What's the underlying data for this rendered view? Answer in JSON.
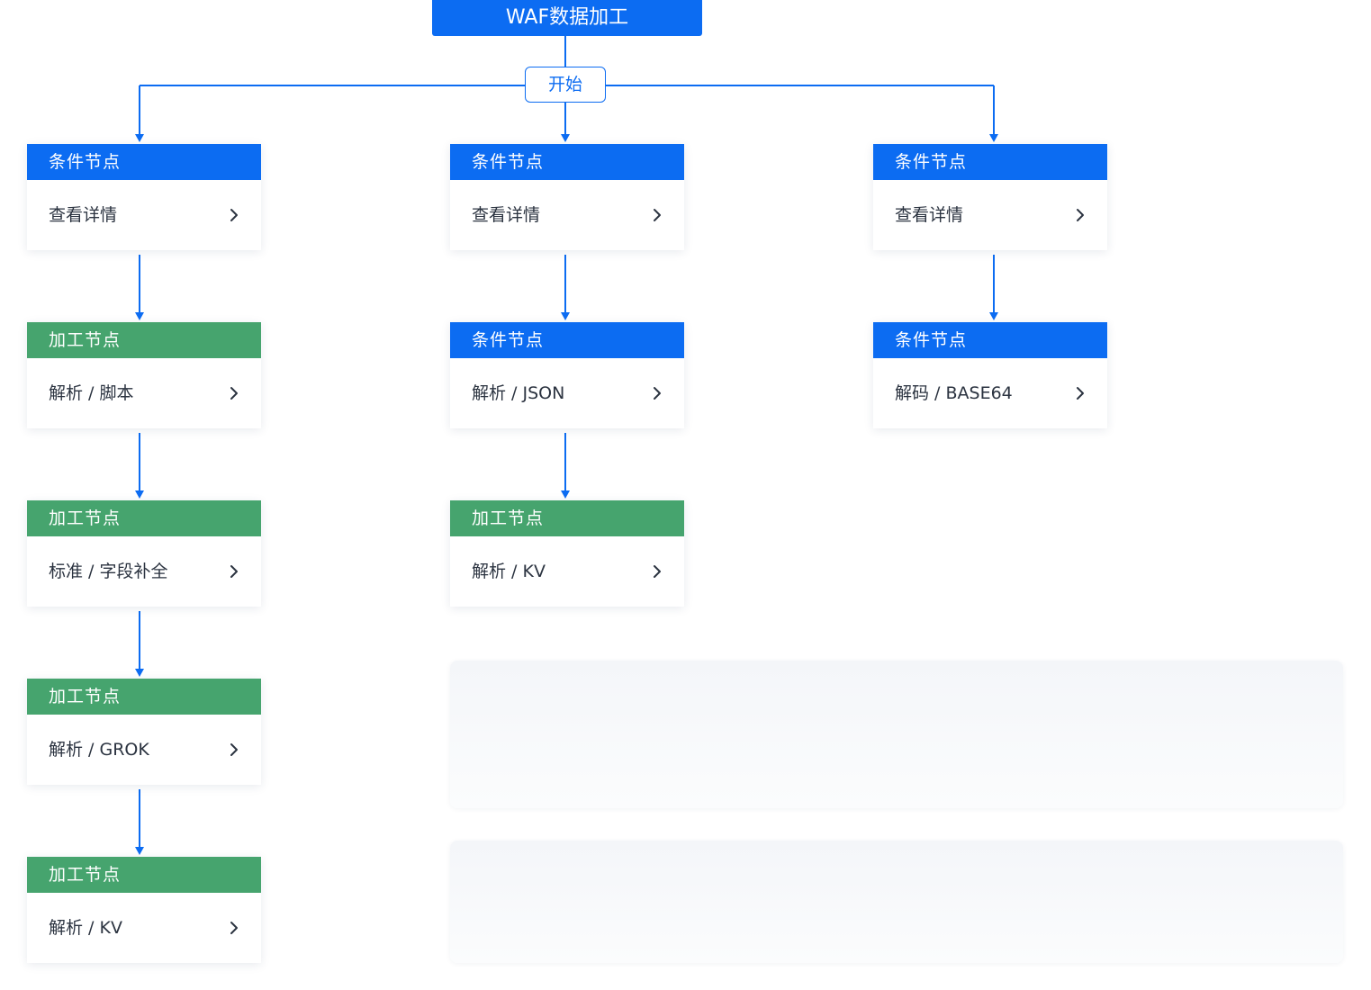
{
  "title": "WAF数据加工",
  "start_label": "开始",
  "detail_chevron_icon": "chevron-right-icon",
  "colors": {
    "condition_header": "#0c6cf2",
    "process_header": "#46a46e",
    "connector": "#0c6cf2"
  },
  "columns": [
    {
      "nodes": [
        {
          "type": "condition",
          "header": "条件节点",
          "body": "查看详情"
        },
        {
          "type": "process",
          "header": "加工节点",
          "body": "解析 / 脚本"
        },
        {
          "type": "process",
          "header": "加工节点",
          "body": "标准 / 字段补全"
        },
        {
          "type": "process",
          "header": "加工节点",
          "body": "解析 / GROK"
        },
        {
          "type": "process",
          "header": "加工节点",
          "body": "解析 / KV"
        }
      ]
    },
    {
      "nodes": [
        {
          "type": "condition",
          "header": "条件节点",
          "body": "查看详情"
        },
        {
          "type": "condition",
          "header": "条件节点",
          "body": "解析 / JSON"
        },
        {
          "type": "process",
          "header": "加工节点",
          "body": "解析 / KV"
        }
      ]
    },
    {
      "nodes": [
        {
          "type": "condition",
          "header": "条件节点",
          "body": "查看详情"
        },
        {
          "type": "condition",
          "header": "条件节点",
          "body": "解码 / BASE64"
        }
      ]
    }
  ]
}
